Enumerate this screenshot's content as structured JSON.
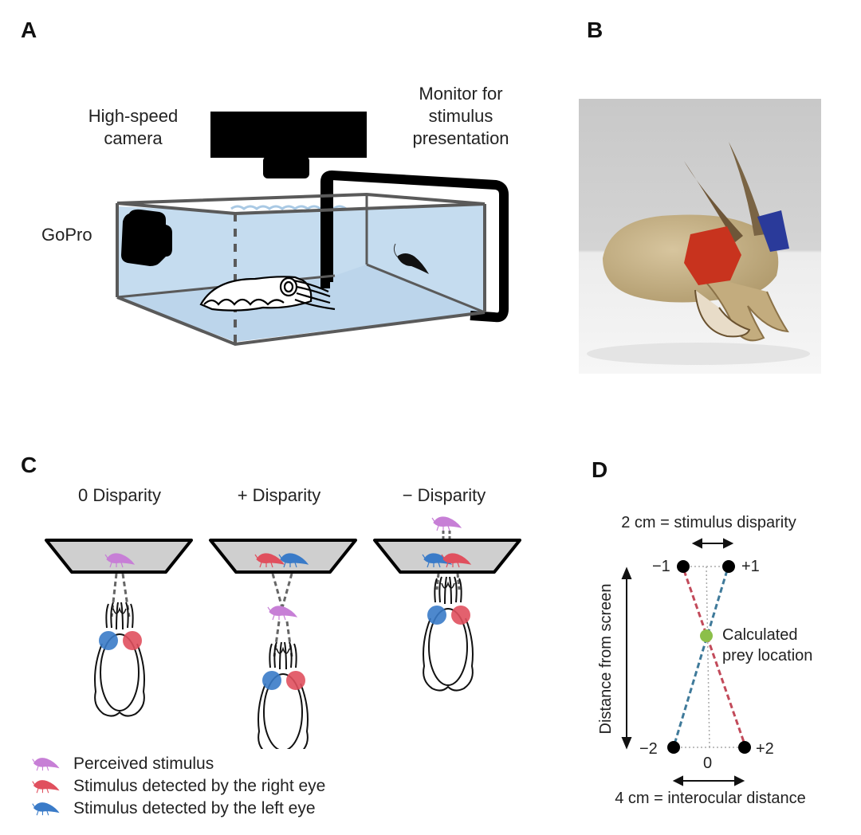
{
  "panels": {
    "a": {
      "letter": "A",
      "labels": {
        "high_speed_camera_line1": "High-speed",
        "high_speed_camera_line2": "camera",
        "monitor_line1": "Monitor for",
        "monitor_line2": "stimulus",
        "monitor_line3": "presentation",
        "gopro": "GoPro"
      },
      "colors": {
        "water": "#c5dcef",
        "tank_edge": "#555555",
        "device": "#000000"
      }
    },
    "b": {
      "letter": "B",
      "photo_subject": "cuttlefish wearing red and blue 3D glasses",
      "colors": {
        "background": "#c9c9c9",
        "table": "#f2f2f2",
        "body": "#cdb88e",
        "red_lens": "#c8331e",
        "blue_lens": "#2a3a9a"
      }
    },
    "c": {
      "letter": "C",
      "conditions": [
        {
          "title": "0 Disparity"
        },
        {
          "title": "+ Disparity"
        },
        {
          "title": "− Disparity"
        }
      ],
      "legend": [
        {
          "label": "Perceived stimulus",
          "color": "#c77fd6",
          "icon": "shrimp-icon"
        },
        {
          "label": "Stimulus detected by the right eye",
          "color": "#e0505e",
          "icon": "shrimp-icon"
        },
        {
          "label": "Stimulus detected by the left eye",
          "color": "#3a7bc8",
          "icon": "shrimp-icon"
        }
      ],
      "colors": {
        "screen": "#cfcfcf",
        "left_eye": "#3a7bc8",
        "right_eye": "#e0505e",
        "perceived": "#c77fd6"
      }
    },
    "d": {
      "letter": "D",
      "top_caption": "2 cm = stimulus disparity",
      "bottom_caption": "4 cm = interocular distance",
      "axis_label": "Distance from screen",
      "points": {
        "top_left": "−1",
        "top_right": "+1",
        "bottom_left": "−2",
        "bottom_right": "+2",
        "center": "0"
      },
      "prey_label_line1": "Calculated",
      "prey_label_line2": "prey location",
      "colors": {
        "red_line": "#c24a5a",
        "blue_line": "#3f7a9a",
        "prey": "#8cbf4a"
      }
    }
  }
}
